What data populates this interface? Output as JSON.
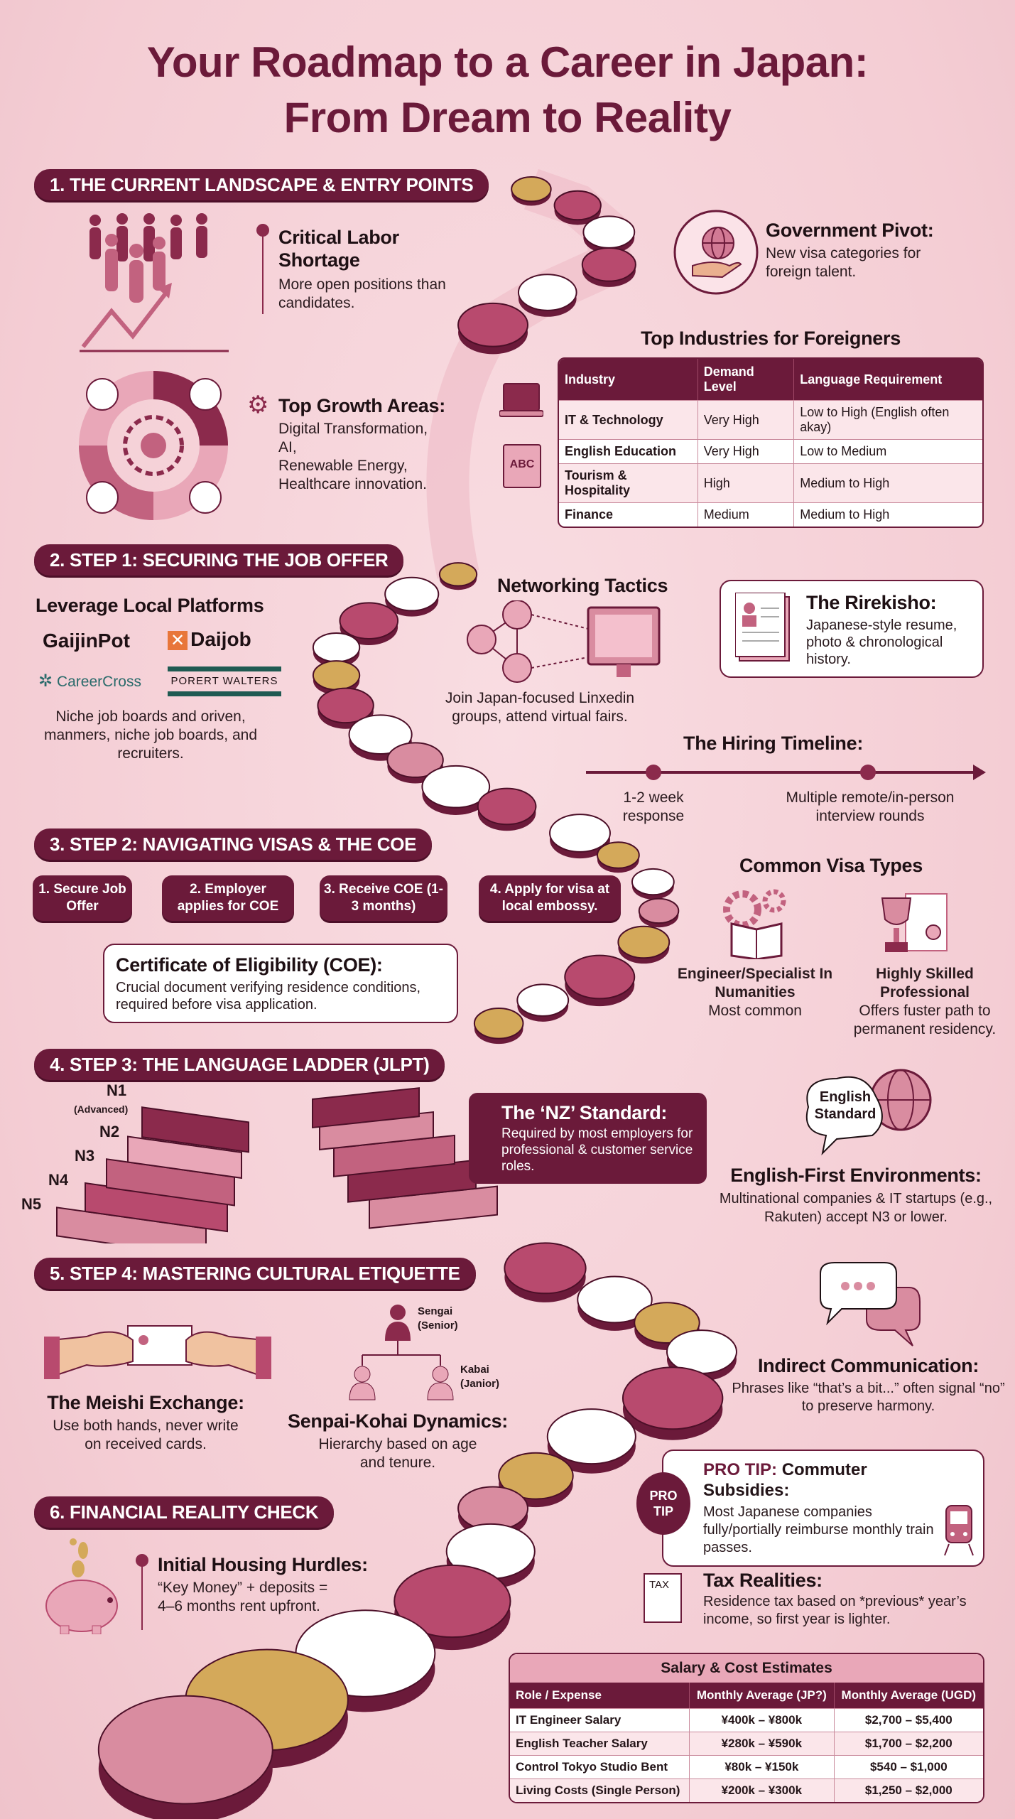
{
  "title": {
    "line1": "Your Roadmap to a Career in Japan:",
    "line2": "From Dream to Reality"
  },
  "colors": {
    "primary": "#6b1a3a",
    "accent": "#b84a6e",
    "gold": "#d4a95a",
    "background": "#f5d2d8"
  },
  "section1": {
    "header": "1. THE CURRENT LANDSCAPE & ENTRY POINTS",
    "labor": {
      "title": "Critical Labor Shortage",
      "text": "More open positions than candidates.",
      "icon": "people-growth-chart-icon"
    },
    "government": {
      "title": "Government Pivot:",
      "text": "New visa categories for foreign talent.",
      "icon": "globe-in-hand-icon"
    },
    "growth": {
      "title": "Top Growth Areas:",
      "items": [
        "Digital Transformation,",
        "AI,",
        "Renewable Energy,",
        "Healthcare innovation."
      ],
      "icon": "gear-icon"
    },
    "industries": {
      "title": "Top Industries for Foreigners",
      "headers": [
        "Industry",
        "Demand Level",
        "Language Requirement"
      ],
      "rows": [
        [
          "IT & Technology",
          "Very High",
          "Low to High (English often akay)"
        ],
        [
          "English Education",
          "Very High",
          "Low to Medium"
        ],
        [
          "Tourism & Hospitality",
          "High",
          "Medium to High"
        ],
        [
          "Finance",
          "Medium",
          "Medium to High"
        ]
      ],
      "icons": [
        "laptop-icon",
        "abc-book-icon"
      ],
      "abc": "ABC"
    }
  },
  "section2": {
    "header": "2. STEP 1: SECURING THE JOB OFFER",
    "platforms": {
      "title": "Leverage Local Platforms",
      "logos": [
        "GaijinPot",
        "Daijob",
        "CareerCross",
        "PORERT WALTERS"
      ],
      "text": "Niche job boards and oriven, manmers, niche job boards, and recruiters."
    },
    "networking": {
      "title": "Networking Tactics",
      "text": "Join Japan-focused Linxedin groups, attend virtual fairs."
    },
    "rirekisho": {
      "title": "The Rirekisho:",
      "text": "Japanese-style resume, photo & chronological history."
    },
    "timeline": {
      "title": "The Hiring Timeline:",
      "points": [
        "1-2 week response",
        "Multiple remote/in-person interview rounds"
      ]
    }
  },
  "section3": {
    "header": "3. STEP 2: NAVIGATING VISAS & THE COE",
    "steps": [
      "1. Secure Job Offer",
      "2. Employer applies for COE",
      "3. Receive COE (1-3 months)",
      "4. Apply for visa at local embossy."
    ],
    "coe": {
      "title": "Certificate of Eligibility (COE):",
      "text": "Crucial document verifying residence conditions, required before visa application."
    },
    "visa_types": {
      "title": "Common Visa Types",
      "items": [
        {
          "name": "Engineer/Specialist In Numanities",
          "note": "Most common",
          "icon": "gears-book-icon"
        },
        {
          "name": "Highly Skilled Professional",
          "note": "Offers fuster path to permanent residency.",
          "icon": "trophy-certificate-icon"
        }
      ]
    }
  },
  "section4": {
    "header": "4. STEP 3: THE LANGUAGE LADDER (JLPT)",
    "levels": [
      "N1",
      "(Advanced)",
      "N2",
      "N3",
      "N4",
      "N5"
    ],
    "n2": {
      "title": "The ‘NZ’ Standard:",
      "text": "Required by most employers for professional & customer service roles."
    },
    "english_badge": "English Standard",
    "english_first": {
      "title": "English-First Environments:",
      "text": "Multinational companies & IT startups (e.g., Rakuten) accept N3 or lower."
    }
  },
  "section5": {
    "header": "5. STEP 4: MASTERING CULTURAL ETIQUETTE",
    "meishi": {
      "title": "The Meishi Exchange:",
      "text": "Use both hands, never write on received cards."
    },
    "senpai": {
      "title": "Senpai-Kohai Dynamics:",
      "text": "Hierarchy based on age and tenure.",
      "senior": "Sengai (Senior)",
      "junior": "Kabai (Janior)"
    },
    "indirect": {
      "title": "Indirect Communication:",
      "text": "Phrases like “that’s a bit...” often signal “no” to preserve harmony."
    }
  },
  "section6": {
    "header": "6. FINANCIAL REALITY CHECK",
    "protip": {
      "badge": "PRO TIP",
      "label": "PRO TIP:",
      "title": "Commuter Subsidies:",
      "text": "Most Japanese companies fully/portially reimburse monthly train passes."
    },
    "housing": {
      "title": "Initial Housing Hurdles:",
      "text": "“Key Money” + deposits = 4–6 months rent upfront."
    },
    "tax": {
      "title": "Tax Realities:",
      "text": "Residence tax based on *previous* year’s income, so first year is lighter.",
      "icon_text": "TAX"
    },
    "salary": {
      "title": "Salary & Cost Estimates",
      "headers": [
        "Role / Expense",
        "Monthly Average (JP?)",
        "Monthly Average (UGD)"
      ],
      "rows": [
        [
          "IT Engineer Salary",
          "¥400k – ¥800k",
          "$2,700 – $5,400"
        ],
        [
          "English Teacher Salary",
          "¥280k – ¥590k",
          "$1,700 – $2,200"
        ],
        [
          "Control Tokyo Studio Bent",
          "¥80k – ¥150k",
          "$540 – $1,000"
        ],
        [
          "Living Costs (Single Person)",
          "¥200k – ¥300k",
          "$1,250 – $2,000"
        ]
      ]
    }
  }
}
